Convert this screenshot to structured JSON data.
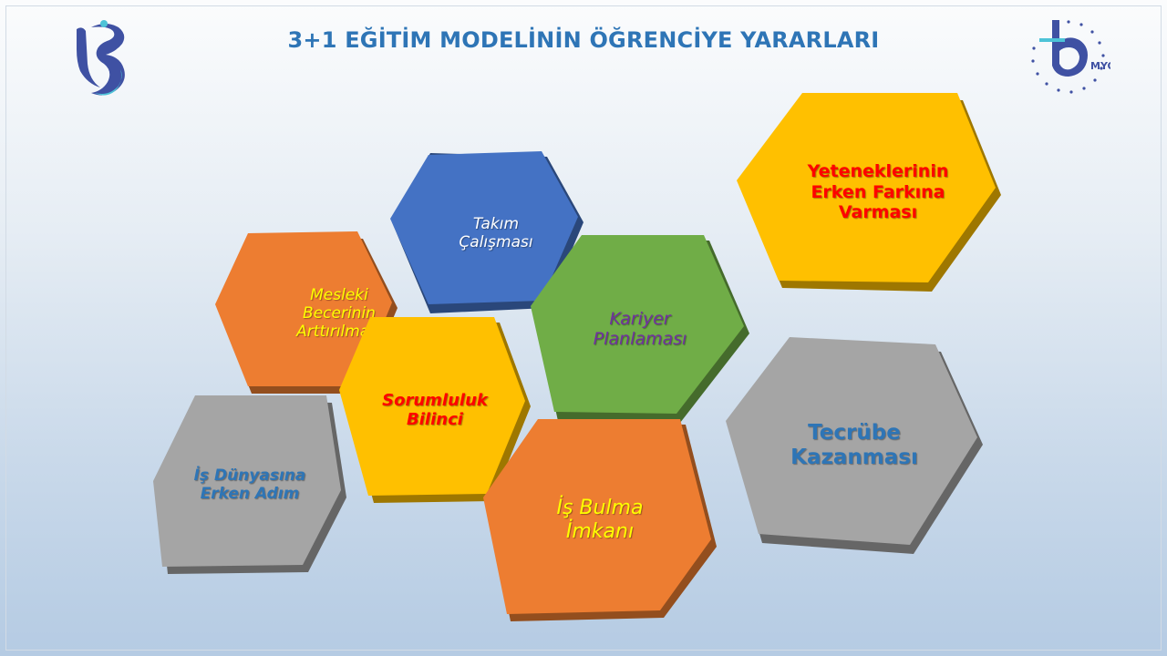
{
  "title": "3+1 EĞİTİM MODELİNİN ÖĞRENCİYE YARARLARI",
  "logo_right_text": "MYO",
  "colors": {
    "title": "#2e75b6",
    "blue_hex": "#4472c4",
    "orange_hex": "#ed7d31",
    "yellow_hex": "#ffc000",
    "green_hex": "#70ad47",
    "gray_hex": "#a5a5a5",
    "text_red": "#ff0000",
    "text_yellow": "#ffff00",
    "text_purple": "#7030a0",
    "text_blue": "#2e75b6",
    "text_white": "#ffffff"
  },
  "hexagons": [
    {
      "id": "takim",
      "text": "Takım\nÇalışması",
      "fill": "#4472c4",
      "text_color": "#ffffff"
    },
    {
      "id": "mesleki",
      "text": "Mesleki\nBecerinin\nArttırılması",
      "fill": "#ed7d31",
      "text_color": "#ffff00"
    },
    {
      "id": "sorumluluk",
      "text": "Sorumluluk\nBilinci",
      "fill": "#ffc000",
      "text_color": "#ff0000"
    },
    {
      "id": "kariyer",
      "text": "Kariyer\nPlanlaması",
      "fill": "#70ad47",
      "text_color": "#7030a0"
    },
    {
      "id": "yetenek",
      "text": "Yeteneklerinin\nErken Farkına\nVarması",
      "fill": "#ffc000",
      "text_color": "#ff0000"
    },
    {
      "id": "isdunya",
      "text": "İş Dünyasına\nErken Adım",
      "fill": "#a5a5a5",
      "text_color": "#2e75b6"
    },
    {
      "id": "isbulma",
      "text": "İş Bulma\nİmkanı",
      "fill": "#ed7d31",
      "text_color": "#ffff00"
    },
    {
      "id": "tecrube",
      "text": "Tecrübe\nKazanması",
      "fill": "#a5a5a5",
      "text_color": "#2e75b6"
    }
  ]
}
